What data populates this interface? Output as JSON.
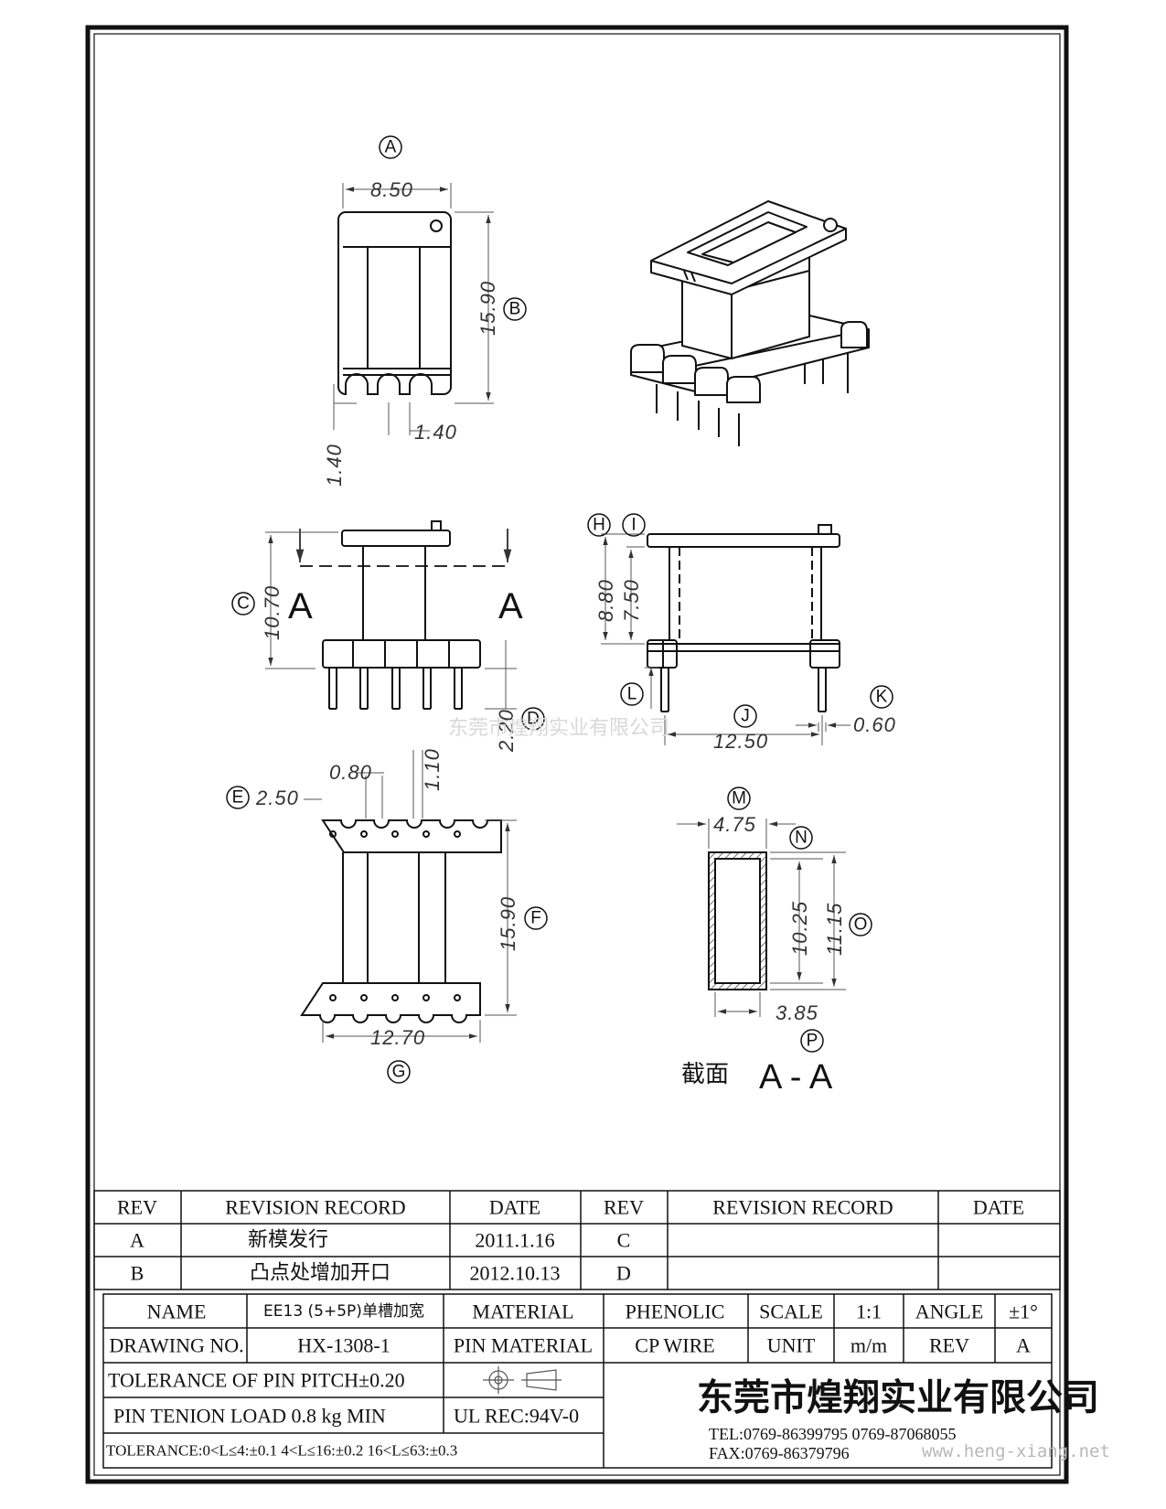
{
  "views": {
    "top": {
      "label": "A",
      "width": "8.50",
      "length": "15.90",
      "length_label": "B",
      "slot": "1.40",
      "slot_depth": "1.40"
    },
    "iso": {},
    "front": {
      "height": "10.70",
      "height_label": "C",
      "pin": "2.20",
      "pin_label": "D",
      "cut_left": "A",
      "cut_right": "A"
    },
    "side": {
      "label_h": "H",
      "label_i": "I",
      "h_value": "8.80",
      "i_value": "7.50",
      "label_l": "L",
      "label_j": "J",
      "j_value": "12.50",
      "label_k": "K",
      "k_value": "0.60"
    },
    "bottom": {
      "label_e": "E",
      "e_value": "2.50",
      "pitch": "0.80",
      "pin_d": "1.10",
      "length": "15.90",
      "length_label": "F",
      "width": "12.70",
      "width_label": "G"
    },
    "section": {
      "label_m": "M",
      "m_value": "4.75",
      "label_n": "N",
      "n_value": "10.25",
      "label_o": "O",
      "o_value": "11.15",
      "p_value": "3.85",
      "label_p": "P",
      "title": "截面",
      "title_aa": "A - A"
    }
  },
  "watermark": "东莞市煌翔实业有限公司",
  "revision_table": {
    "headers": [
      "REV",
      "REVISION RECORD",
      "DATE",
      "REV",
      "REVISION RECORD",
      "DATE"
    ],
    "rows": [
      [
        "A",
        "新模发行",
        "2011.1.16",
        "C",
        "",
        ""
      ],
      [
        "B",
        "凸点处增加开口",
        "2012.10.13",
        "D",
        "",
        ""
      ]
    ]
  },
  "title_block": {
    "name_label": "NAME",
    "name_value": "EE13 (5+5P)单槽加宽",
    "material_label": "MATERIAL",
    "material_value": "PHENOLIC",
    "scale_label": "SCALE",
    "scale_value": "1:1",
    "angle_label": "ANGLE",
    "angle_value": "±1°",
    "drawing_no_label": "DRAWING NO.",
    "drawing_no_value": "HX-1308-1",
    "pin_material_label": "PIN MATERIAL",
    "pin_material_value": "CP WIRE",
    "unit_label": "UNIT",
    "unit_value": "m/m",
    "rev_label": "REV",
    "rev_value": "A",
    "tol_pitch": "TOLERANCE OF PIN PITCH±0.20",
    "pin_tension": "PIN TENION LOAD  0.8 kg MIN",
    "ul": "UL REC:94V-0",
    "tolerance": "TOLERANCE:0<L≤4:±0.1  4<L≤16:±0.2   16<L≤63:±0.3",
    "company": "东莞市煌翔实业有限公司",
    "tel": "TEL:0769-86399795    0769-87068055",
    "fax": "FAX:0769-86379796",
    "website": "www.heng-xiang.net"
  }
}
